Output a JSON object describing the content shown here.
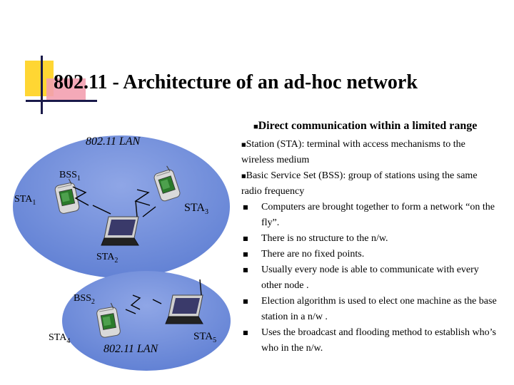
{
  "slide": {
    "title": "802.11 - Architecture of an ad-hoc network",
    "heading": "Direct communication within a limited range",
    "station_def": "Station (STA): terminal with access mechanisms to the wireless medium",
    "bss_def": "Basic Service Set (BSS): group of stations using the same radio frequency",
    "list_items": [
      "Computers are brought together to form a network “on the fly”.",
      "There is no structure to the n/w.",
      "There are no fixed points.",
      "Usually every node is able to communicate with every other node .",
      "Election algorithm is used to elect one machine as the base station in a n/w .",
      "Uses the broadcast and flooding method to establish who’s who in the n/w."
    ]
  },
  "diagram": {
    "lan_top": "802.11 LAN",
    "lan_bottom": "802.11 LAN",
    "bss1": {
      "base": "BSS",
      "sub": "1"
    },
    "bss2": {
      "base": "BSS",
      "sub": "2"
    },
    "sta1": {
      "base": "STA",
      "sub": "1"
    },
    "sta2": {
      "base": "STA",
      "sub": "2"
    },
    "sta3": {
      "base": "STA",
      "sub": "3"
    },
    "sta4": {
      "base": "STA",
      "sub": "4"
    },
    "sta5": {
      "base": "STA",
      "sub": "5"
    }
  },
  "colors": {
    "bss_fill": "#6e8bd8",
    "accent_yellow": "#ffd633",
    "accent_pink": "#f3a0b0"
  },
  "icons": [
    "pda-icon",
    "laptop-icon",
    "wireless-signal-icon",
    "square-bullet-icon"
  ]
}
